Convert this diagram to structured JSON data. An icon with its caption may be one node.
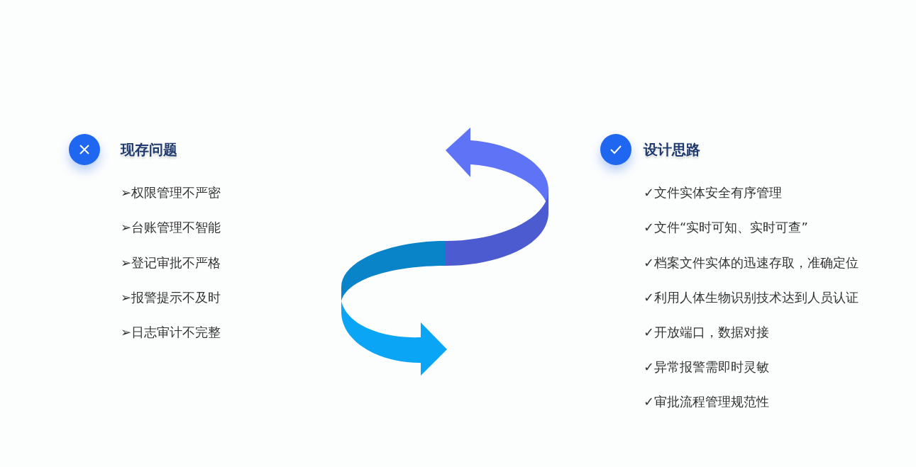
{
  "diagram": {
    "labels": [
      "现存问题",
      "➢权限管理不严密",
      "➢台账管理不智能",
      "➢登记审批不严格",
      "➢报警提示不及时",
      "➢日志审计不完整",
      "设计思路",
      "✓文件实体安全有序管理",
      "✓文件“实时可知、实时可查”",
      "✓档案文件实体的迅速存取，准确定位",
      "✓利用人体生物识别技术达到人员认证",
      "✓开放端口，数据对接",
      "✓异常报警需即时灵敏",
      "✓审批流程管理规范性"
    ]
  }
}
